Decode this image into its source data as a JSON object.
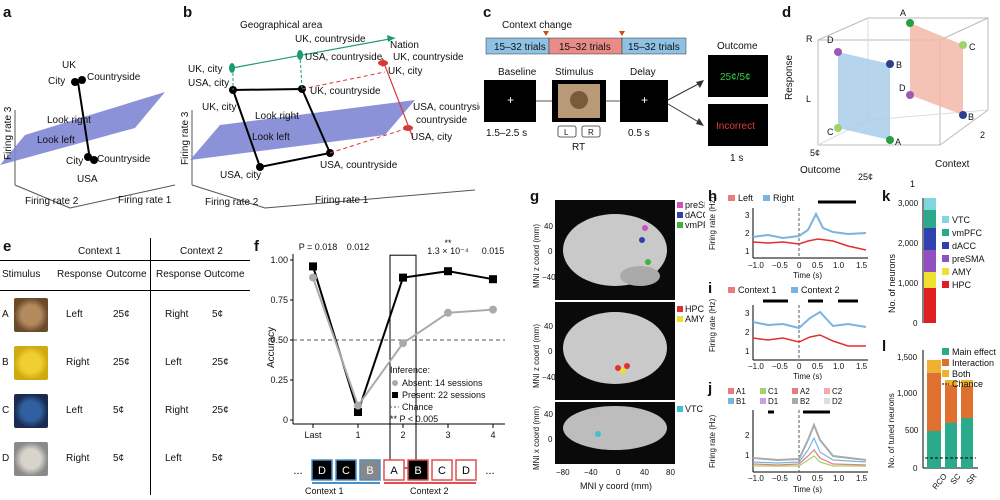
{
  "panel_labels": {
    "a": "a",
    "b": "b",
    "c": "c",
    "d": "d",
    "e": "e",
    "f": "f",
    "g": "g",
    "h": "h",
    "i": "i",
    "j": "j",
    "k": "k",
    "l": "l"
  },
  "a": {
    "uk": "UK",
    "city_top": "City",
    "countryside_top": "Countryside",
    "look_right": "Look right",
    "look_left": "Look left",
    "city_bottom": "City",
    "countryside_bottom": "Countryside",
    "usa": "USA",
    "axis_z": "Firing rate 3",
    "axis_x": "Firing rate 2",
    "axis_y": "Firing rate 1"
  },
  "b": {
    "geo_area": "Geographical area",
    "nation": "Nation",
    "uk_city_g": "UK, city",
    "uk_country_g": "UK, countryside",
    "usa_city_g": "USA, city",
    "usa_country_g": "USA, countryside",
    "uk_country_n": "UK, countryside",
    "uk_city_n": "UK, city",
    "usa_country_n": "USA, countryside",
    "usa_city_n": "USA, city",
    "uk_city": "UK, city",
    "uk_country": "UK, countryside",
    "usa_city": "USA, city",
    "usa_country": "USA, countryside",
    "look_right": "Look right",
    "look_left": "Look left",
    "axis_z": "Firing rate 3",
    "axis_x": "Firing rate 2",
    "axis_y": "Firing rate 1"
  },
  "c": {
    "context_change": "Context change",
    "trials1": "15–32 trials",
    "trials2": "15–32 trials",
    "trials3": "15–32 trials",
    "baseline": "Baseline",
    "stimulus": "Stimulus",
    "delay": "Delay",
    "outcome": "Outcome",
    "baseline_time": "1.5–2.5 s",
    "delay_time": "0.5 s",
    "outcome_time": "1 s",
    "rt": "RT",
    "key_l": "L",
    "key_r": "R",
    "correct_text": "25¢/5¢",
    "incorrect_text": "Incorrect"
  },
  "d": {
    "response": "Response",
    "outcome": "Outcome",
    "context": "Context",
    "r": "R",
    "l": "L",
    "five": "5¢",
    "twentyfive": "25¢",
    "one": "1",
    "two": "2",
    "pts": [
      "A",
      "B",
      "C",
      "D",
      "A",
      "B",
      "C",
      "D"
    ]
  },
  "e": {
    "context1": "Context 1",
    "context2": "Context 2",
    "headers": [
      "Stimulus",
      "Response",
      "Outcome",
      "Response",
      "Outcome"
    ],
    "rows": [
      {
        "id": "A",
        "r1": "Left",
        "o1": "25¢",
        "r2": "Right",
        "o2": "5¢"
      },
      {
        "id": "B",
        "r1": "Right",
        "o1": "25¢",
        "r2": "Left",
        "o2": "25¢"
      },
      {
        "id": "C",
        "r1": "Left",
        "o1": "5¢",
        "r2": "Right",
        "o2": "25¢"
      },
      {
        "id": "D",
        "r1": "Right",
        "o1": "5¢",
        "r2": "Left",
        "o2": "5¢"
      }
    ]
  },
  "f": {
    "pvals": [
      "P = 0.018",
      "0.012",
      "**",
      "1.3 × 10⁻⁴",
      "0.015"
    ],
    "ylabel": "Accuracy",
    "yticks": [
      "0",
      "0.25",
      "0.50",
      "0.75",
      "1.00"
    ],
    "xticks": [
      "Last",
      "1",
      "2",
      "3",
      "4"
    ],
    "legend_title": "Inference:",
    "legend_absent": "Absent: 14 sessions",
    "legend_present": "Present: 22 sessions",
    "legend_chance": "Chance",
    "legend_sig": "** P < 0.005",
    "seq": [
      "...",
      "D",
      "C",
      "B",
      "A",
      "B",
      "C",
      "D",
      "..."
    ],
    "context1": "Context 1",
    "context2": "Context 2"
  },
  "chart_data": [
    {
      "type": "line",
      "x": [
        "Last",
        "1",
        "2",
        "3",
        "4"
      ],
      "ylim": [
        0,
        1
      ],
      "ylabel": "Accuracy",
      "series": [
        {
          "name": "Present: 22 sessions",
          "values": [
            0.96,
            0.05,
            0.89,
            0.93,
            0.88
          ]
        },
        {
          "name": "Absent: 14 sessions",
          "values": [
            0.89,
            0.09,
            0.48,
            0.67,
            0.69
          ]
        }
      ],
      "chance": 0.5
    }
  ],
  "g": {
    "leg_top": [
      "preSMA",
      "dACC",
      "vmPFC"
    ],
    "leg_mid": [
      "HPC",
      "AMY"
    ],
    "leg_bot": [
      "VTC"
    ],
    "ylab_top": "MNI z coord (mm)",
    "ylab_mid": "MNI z coord (mm)",
    "ylab_bot": "MNI x coord (mm)",
    "xlab": "MNI y coord (mm)",
    "yticks_top": [
      "40",
      "0",
      "−40"
    ],
    "yticks_mid": [
      "40",
      "0",
      "−40"
    ],
    "yticks_bot": [
      "40",
      "0"
    ],
    "xticks": [
      "−80",
      "−40",
      "0",
      "40",
      "80"
    ]
  },
  "h": {
    "left": "Left",
    "right": "Right",
    "ylabel": "Firing rate (Hz)",
    "yticks": [
      "3",
      "2",
      "1"
    ],
    "xticks": [
      "−1.0",
      "−0.5",
      "0",
      "0.5",
      "1.0",
      "1.5"
    ],
    "xlabel": "Time (s)"
  },
  "i": {
    "c1": "Context 1",
    "c2": "Context 2",
    "ylabel": "Firing rate (Hz)",
    "yticks": [
      "3",
      "2",
      "1"
    ],
    "xticks": [
      "−1.0",
      "−0.5",
      "0",
      "0.5",
      "1.0",
      "1.5"
    ],
    "xlabel": "Time (s)"
  },
  "j": {
    "legend": [
      "A1",
      "C1",
      "A2",
      "C2",
      "B1",
      "D1",
      "B2",
      "D2"
    ],
    "ylabel": "Firing rate (Hz)",
    "yticks": [
      "2",
      "1"
    ],
    "xticks": [
      "−1.0",
      "−0.5",
      "0",
      "0.5",
      "1.0",
      "1.5"
    ],
    "xlabel": "Time (s)"
  },
  "k": {
    "ylabel": "No. of neurons",
    "yticks": [
      "3,000",
      "2,000",
      "1,000",
      "0"
    ],
    "legend": [
      "VTC",
      "vmPFC",
      "dACC",
      "preSMA",
      "AMY",
      "HPC"
    ]
  },
  "l": {
    "ylabel": "No. of tuned neurons",
    "yticks": [
      "1,500",
      "1,000",
      "500",
      "0"
    ],
    "xticks": [
      "RCO",
      "SC",
      "SR"
    ],
    "legend": [
      "Main effect",
      "Interaction",
      "Both",
      "Chance"
    ]
  }
}
